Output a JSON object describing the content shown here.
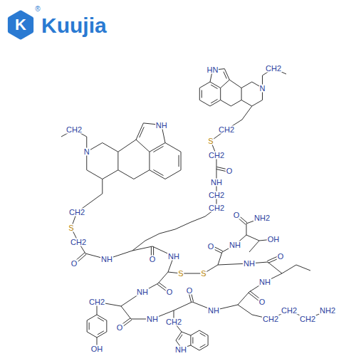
{
  "diagram": {
    "labels": [
      "K",
      "®",
      "Kuujia",
      "HN",
      "CH2",
      "N",
      "NH",
      "CH2",
      "CH2",
      "S",
      "N",
      "CH2",
      "O",
      "NH",
      "CH2",
      "CH2",
      "CH2",
      "O",
      "NH2",
      "S",
      "OH",
      "CH2",
      "NH",
      "O",
      "O",
      "NH",
      "O",
      "NH",
      "O",
      "NH",
      "S",
      "S",
      "NH",
      "O",
      "O",
      "NH",
      "O",
      "CH2",
      "CH2",
      "NH2",
      "NH",
      "CH2",
      "CH2",
      "NH",
      "CH2",
      "O",
      "OH",
      "NH"
    ]
  }
}
